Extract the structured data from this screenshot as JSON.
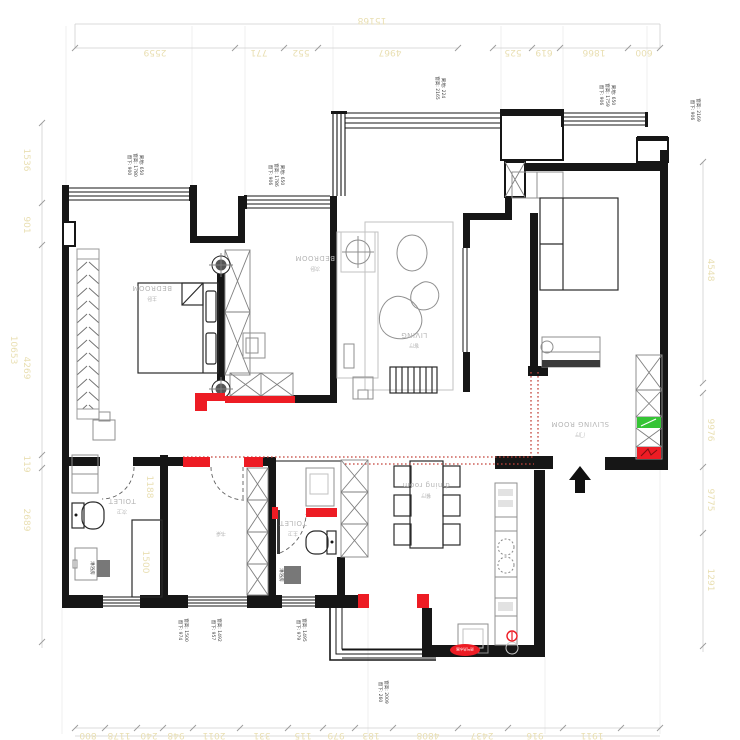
{
  "rooms": {
    "master_bedroom": {
      "en": "BEDROOM",
      "zh": "主卧"
    },
    "second_bedroom": {
      "en": "BEDROOM",
      "zh": "次卧"
    },
    "living": {
      "en": "LIVING",
      "zh": "客厅"
    },
    "dining": {
      "en": "dining room",
      "zh": "餐厅"
    },
    "entry": {
      "en": "SLIVING ROOM",
      "zh": "门厅"
    },
    "toilet_a": {
      "en": "TOILET",
      "zh": "次卫"
    },
    "toilet_b": {
      "en": "TOILET",
      "zh": "主卫"
    }
  },
  "misc": {
    "desk": "书桌",
    "shower_a": "淋浴房",
    "shower_b": "淋浴房",
    "gas_heater": "燃气热水器"
  },
  "window_notes": {
    "wn1": [
      "窗下: 900",
      "窗高: 1780",
      "离地: 650"
    ],
    "wn2": [
      "窗下: 906",
      "窗高: 1786",
      "离地: 650"
    ],
    "wn3": [
      "窗高: 2165",
      "离地: 224"
    ],
    "wn4": [
      "窗下: 906",
      "窗高: 1759",
      "离地: 650"
    ],
    "wn5": [
      "窗下: 906",
      "窗高: 2169"
    ],
    "wn6": [
      "窗下: 974",
      "窗高: 1500"
    ],
    "wn7": [
      "窗下: 957",
      "窗高: 1492"
    ],
    "wn8": [
      "窗下: 979",
      "窗高: 1495"
    ],
    "wn9": [
      "窗下: 260",
      "窗高: 2009"
    ]
  },
  "dims": {
    "top_total": "15168",
    "top": [
      "2559",
      "771",
      "552",
      "4967",
      "525",
      "619",
      "1866",
      "600"
    ],
    "bottom": [
      "800",
      "1178",
      "240",
      "948",
      "2011",
      "331",
      "115",
      "979",
      "183",
      "4808",
      "2437",
      "916",
      "1911"
    ],
    "left_total": "10653",
    "left": [
      "1536",
      "901",
      "4269",
      "119",
      "2689"
    ],
    "right": [
      "4548",
      "9976",
      "9775",
      "1291"
    ],
    "inner": [
      "1188",
      "1500"
    ]
  },
  "colors": {
    "wall": "#161616",
    "new_wall_red": "#ed1c24",
    "weak_box_green": "#35c435",
    "dimension_text": "#e9dfb2",
    "room_label": "#b6b6b6",
    "demolition_line": "#c4453c"
  }
}
